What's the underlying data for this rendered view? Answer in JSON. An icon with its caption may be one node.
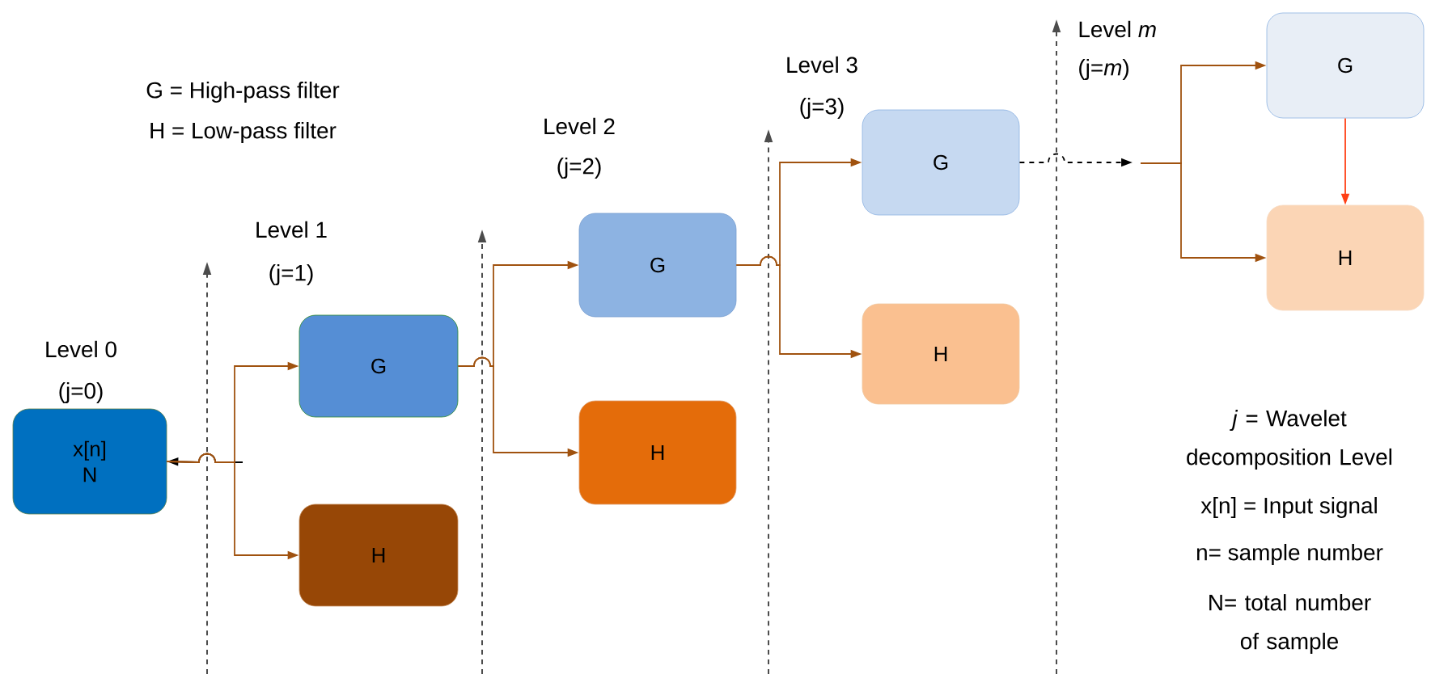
{
  "diagram": {
    "nodes": [
      {
        "text": [
          "x[n] N"
        ]
      },
      {
        "text": [
          "G"
        ]
      },
      {
        "text": [
          "H"
        ]
      },
      {
        "text": [
          "G"
        ]
      },
      {
        "text": [
          "H"
        ]
      },
      {
        "text": [
          "G"
        ]
      },
      {
        "text": [
          "H"
        ]
      },
      {
        "text": [
          "G"
        ]
      },
      {
        "text": [
          "H"
        ]
      }
    ],
    "edges": [
      {
        "from": null,
        "to": 0,
        "arrow": "to",
        "color": "#000000"
      },
      {
        "from": 0,
        "to": 1,
        "arrow": "to"
      },
      {
        "from": 0,
        "to": 2,
        "arrow": "to"
      },
      {
        "from": 1,
        "to": 3,
        "arrow": "to"
      },
      {
        "from": 1,
        "to": 4,
        "arrow": "to"
      },
      {
        "from": 3,
        "to": 5,
        "arrow": "to"
      },
      {
        "from": 3,
        "to": 6,
        "arrow": "to"
      },
      {
        "from": 5,
        "to": null,
        "arrow": "to",
        "style": "dashed",
        "color": "#000000"
      },
      {
        "from": null,
        "to": 7,
        "arrow": "to"
      },
      {
        "from": null,
        "to": 8,
        "arrow": "to"
      },
      {
        "from": 7,
        "to": 8,
        "arrow": "to",
        "color": "#ff4016"
      }
    ],
    "labels": [
      "G = High-pass filter",
      "H = Low-pass filter",
      "Level 0",
      "(j=0)",
      "Level 1",
      "(j=1)",
      "Level 2",
      "(j=2)",
      "Level 3",
      "(j=3)",
      "Level *m*",
      "(j=*m*)",
      "*j* = Wavelet decomposition Level",
      "x[n] = Input signal",
      "n= sample number",
      "N= total number of sample"
    ]
  }
}
